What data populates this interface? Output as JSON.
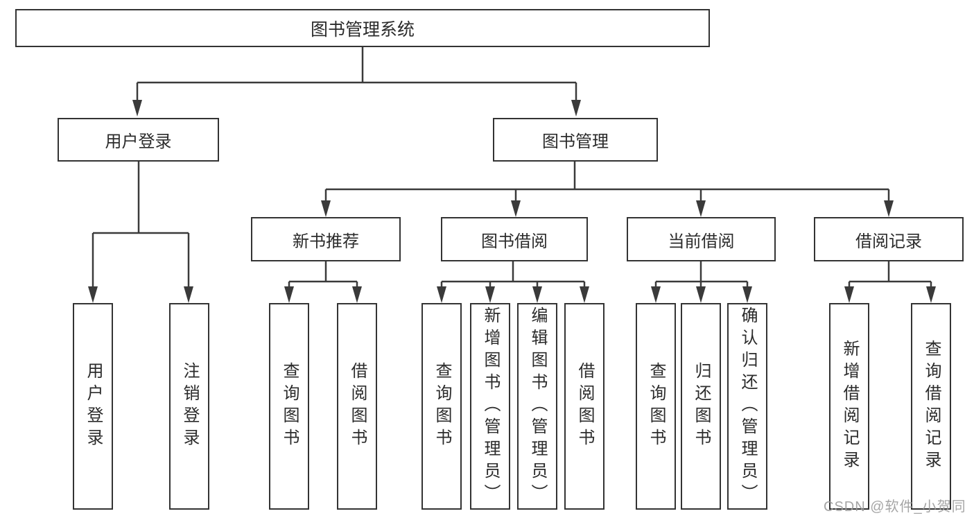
{
  "diagram": {
    "root": {
      "label": "图书管理系统"
    },
    "level2": [
      {
        "label": "用户登录"
      },
      {
        "label": "图书管理"
      }
    ],
    "level3": [
      {
        "label": "新书推荐",
        "parent": "图书管理"
      },
      {
        "label": "图书借阅",
        "parent": "图书管理"
      },
      {
        "label": "当前借阅",
        "parent": "图书管理"
      },
      {
        "label": "借阅记录",
        "parent": "图书管理"
      }
    ],
    "leaves": [
      {
        "label": "用户登录",
        "parent": "用户登录"
      },
      {
        "label": "注销登录",
        "parent": "用户登录"
      },
      {
        "label": "查询图书",
        "parent": "新书推荐"
      },
      {
        "label": "借阅图书",
        "parent": "新书推荐"
      },
      {
        "label": "查询图书",
        "parent": "图书借阅"
      },
      {
        "label": "新增图书（管理员）",
        "parent": "图书借阅"
      },
      {
        "label": "编辑图书（管理员）",
        "parent": "图书借阅"
      },
      {
        "label": "借阅图书",
        "parent": "图书借阅"
      },
      {
        "label": "查询图书",
        "parent": "当前借阅"
      },
      {
        "label": "归还图书",
        "parent": "当前借阅"
      },
      {
        "label": "确认归还（管理员）",
        "parent": "当前借阅"
      },
      {
        "label": "新增借阅记录",
        "parent": "借阅记录"
      },
      {
        "label": "查询借阅记录",
        "parent": "借阅记录"
      }
    ],
    "watermark": "CSDN @软件_小贺同学",
    "colors": {
      "line": "#3a3a3a",
      "box_border": "#333333",
      "box_fill": "#ffffff",
      "text": "#2b2b2b",
      "watermark": "#9c9c9c",
      "background": "#ffffff"
    }
  }
}
